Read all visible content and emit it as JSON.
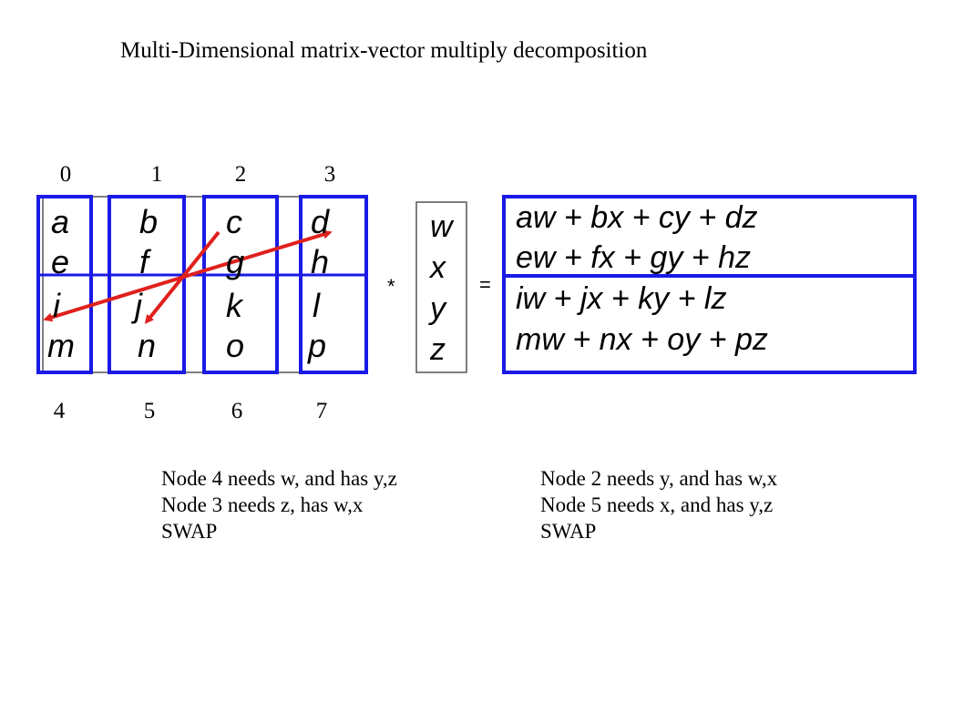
{
  "title": "Multi-Dimensional matrix-vector multiply decomposition",
  "top_node_numbers": [
    "0",
    "1",
    "2",
    "3"
  ],
  "bottom_node_numbers": [
    "4",
    "5",
    "6",
    "7"
  ],
  "matrix": {
    "columns": [
      [
        "a",
        "e",
        "i",
        "m"
      ],
      [
        "b",
        "f",
        "j",
        "n"
      ],
      [
        "c",
        "g",
        "k",
        "o"
      ],
      [
        "d",
        "h",
        "l",
        "p"
      ]
    ]
  },
  "vector": [
    "w",
    "x",
    "y",
    "z"
  ],
  "multiply_symbol": "*",
  "equals_symbol": "=",
  "result": [
    "aw + bx + cy + dz",
    "ew + fx + gy + hz",
    "iw + jx + ky + lz",
    "mw + nx + oy + pz"
  ],
  "notes_left": [
    "Node 4 needs w, and has y,z",
    "Node 3 needs z, has w,x",
    "SWAP"
  ],
  "notes_right": [
    "Node 2 needs y, and has w,x",
    "Node 5 needs x, and has y,z",
    "SWAP"
  ],
  "colors": {
    "box_blue": "#1a1ae6",
    "arrow_red": "#e0201c",
    "frame_gray": "#555555"
  }
}
